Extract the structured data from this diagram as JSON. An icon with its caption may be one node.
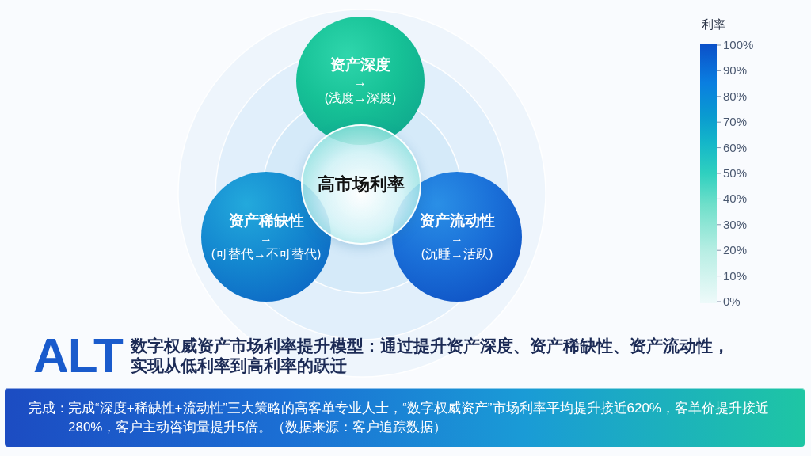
{
  "diagram": {
    "nodes": [
      {
        "text": [
          "资产深度",
          "→",
          "(浅度→深度)"
        ]
      },
      {
        "text": [
          "高市场利率"
        ]
      },
      {
        "text": [
          "资产稀缺性",
          "→",
          "(可替代→不可替代)"
        ]
      },
      {
        "text": [
          "资产流动性",
          "→",
          "(沉睡→活跃)"
        ]
      }
    ],
    "labels": [
      "利率",
      "100%",
      "90%",
      "80%",
      "70%",
      "60%",
      "50%",
      "40%",
      "30%",
      "20%",
      "10%",
      "0%",
      "ALT",
      "数字权威资产市场利率提升模型：通过提升资产深度、资产稀缺性、资产流动性，实现从低利率到高利率的跃迁",
      "完成：",
      "完成“深度+稀缺性+流动性”三大策略的高客单专业人士，“数字权威资产”市场利率平均提升接近620%，客单价提升接近280%，客户主动咨询量提升5倍。（数据来源：客户追踪数据）"
    ]
  }
}
